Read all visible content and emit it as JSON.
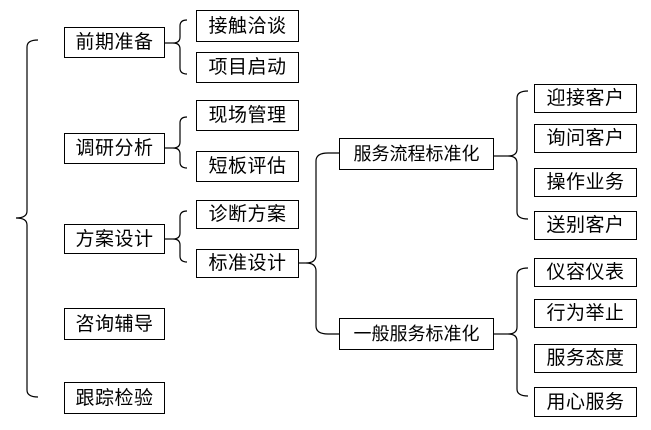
{
  "diagram": {
    "level1": {
      "preparation": "前期准备",
      "research": "调研分析",
      "design": "方案设计",
      "consulting": "咨询辅导",
      "tracking": "跟踪检验"
    },
    "level2": {
      "contact": "接触洽谈",
      "kickoff": "项目启动",
      "onsite": "现场管理",
      "shortboard": "短板评估",
      "diagnosis": "诊断方案",
      "standard": "标准设计"
    },
    "level3": {
      "service_process": "服务流程标准化",
      "general_service": "一般服务标准化"
    },
    "level4": {
      "welcome": "迎接客户",
      "inquiry": "询问客户",
      "operation": "操作业务",
      "farewell": "送别客户",
      "appearance": "仪容仪表",
      "behavior": "行为举止",
      "attitude": "服务态度",
      "attentive": "用心服务"
    }
  },
  "colors": {
    "line": "#000000",
    "text": "#000000",
    "background": "#ffffff"
  }
}
